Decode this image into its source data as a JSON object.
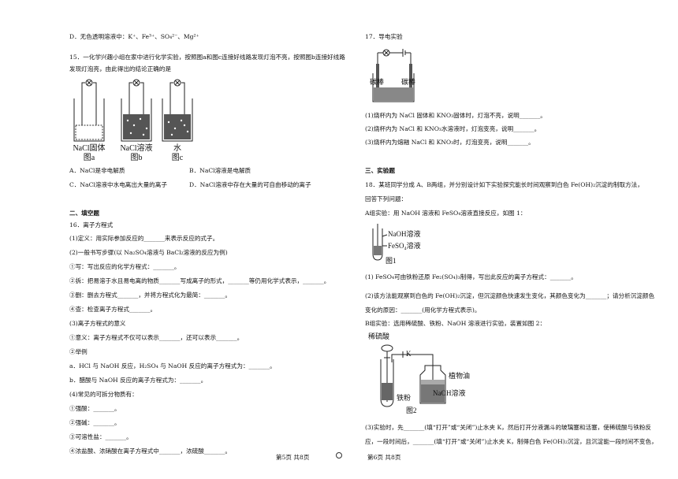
{
  "left": {
    "q14d": "D．无色透明溶液中：K⁺、Fe³⁺、SO₄²⁻、Mg²⁺",
    "q15_stem_1": "15．一化学兴趣小组在家中进行化学实验，按照图a和图c连接好线路发现灯泡不亮，按照图b连接好线路",
    "q15_stem_2": "发现灯泡亮，由此得出的结论正确的是",
    "fig_a_label": "NaCl固体",
    "fig_a_caption": "图a",
    "fig_b_label": "NaCl溶液",
    "fig_b_caption": "图b",
    "fig_c_label": "水",
    "fig_c_caption": "图c",
    "q15_A": "A．NaCl是非电解质",
    "q15_B": "B．NaCl溶液是电解质",
    "q15_C": "C．NaCl溶液中水电离出大量的离子",
    "q15_D": "D．NaCl溶液中存在大量的可自由移动的离子",
    "section2": "二、填空题",
    "q16_title": "16．离子方程式",
    "q16_1": "(1)定义：用实际参加反应的_______来表示反应的式子。",
    "q16_2": "(2)一般书写步骤(以 Na₂SO₄溶液与 BaCl₂溶液的反应为例)",
    "q16_2_1": "①写：写出反应的化学方程式：_______。",
    "q16_2_2": "②拆：把易溶于水且易电离的物质_______写成离子的形式，_______等仍用化学式表示，_______。",
    "q16_2_3": "③删：删去方程式_______，并将方程式化为最简：_______。",
    "q16_2_4": "④查：检查离子方程式_______。",
    "q16_3": "(3)离子方程式的意义",
    "q16_3_1": "①意义：离子方程式不仅可以表示_______，还可以表示_______。",
    "q16_3_2": "②举例",
    "q16_3_a": "a．HCl 与 NaOH 反应，H₂SO₄ 与 NaOH 反应的离子方程式为：_______。",
    "q16_3_b": "b．醋酸与 NaOH 反应的离子方程式为：_______。",
    "q16_4": "(4)常见的可拆分物质有：",
    "q16_4_1": "①强酸：_______。",
    "q16_4_2": "②强碱：_______。",
    "q16_4_3": "③可溶性盐：_______。",
    "q16_4_4": "④浓盐酸、浓硝酸在离子方程式中_______，浓硫酸_______。",
    "footer": "第5页  共8页"
  },
  "right": {
    "q17_title": "17．导电实验",
    "fig_electrode_l": "碳棒",
    "fig_electrode_r": "碳棒",
    "q17_1": "(1)烧杯内为 NaCl 固体和 KNO₃固体时，灯泡不亮，说明_______。",
    "q17_2": "(2)烧杯内为 NaCl 和 KNO₃水溶液时，灯泡变亮，说明_______。",
    "q17_3": "(3)烧杯内为熔融 NaCl 和 KNO₃时，灯泡变亮，说明_______。",
    "section3": "三、实验题",
    "q18_stem_1": "18．某班同学分成 A、B两组，并分别设计如下实验探究能长时间观察到白色 Fe(OH)₂沉淀的制取方法，",
    "q18_stem_2": "回答下列问题：",
    "q18_A": "A组实验：用 NaOH 溶液和 FeSO₄溶液直接反应，如图 1：",
    "fig1_naoh": "NaOH溶液",
    "fig1_feso4": "FeSO₄溶液",
    "fig1_caption": "图1",
    "q18_1": "(1) FeSO₄可由铁粉还原 Fe₂(SO₄)₃制得，写出此反应的离子方程式：_______。",
    "q18_2a": "(2)该方法能观察到白色的 Fe(OH)₂沉淀，但沉淀颜色快速发生变化，其颜色变化为_______；请分析沉淀颜色",
    "q18_2b": "变化的原因：_______(用化学方程式表示)。",
    "q18_B": "B组实验：选用稀硫酸、铁粉、NaOH 溶液进行实验，装置如图 2：",
    "fig2_acid": "稀硫酸",
    "fig2_k": "K",
    "fig2_oil": "植物油",
    "fig2_naoh": "NaOH溶液",
    "fig2_fe": "铁粉",
    "fig2_caption": "图2",
    "q18_3a": "(3)实验时，先_______(填“打开”或“关闭”)止水夹 K，然后打开分液漏斗的玻璃塞和活塞，使稀硫酸与铁粉反",
    "q18_3b": "应，一段时间后，_______(填“打开”或“关闭”)止水夹 K，制得白色 Fe(OH)₂沉淀，且沉淀能一段时间不变色，",
    "footer": "第6页  共8页"
  }
}
